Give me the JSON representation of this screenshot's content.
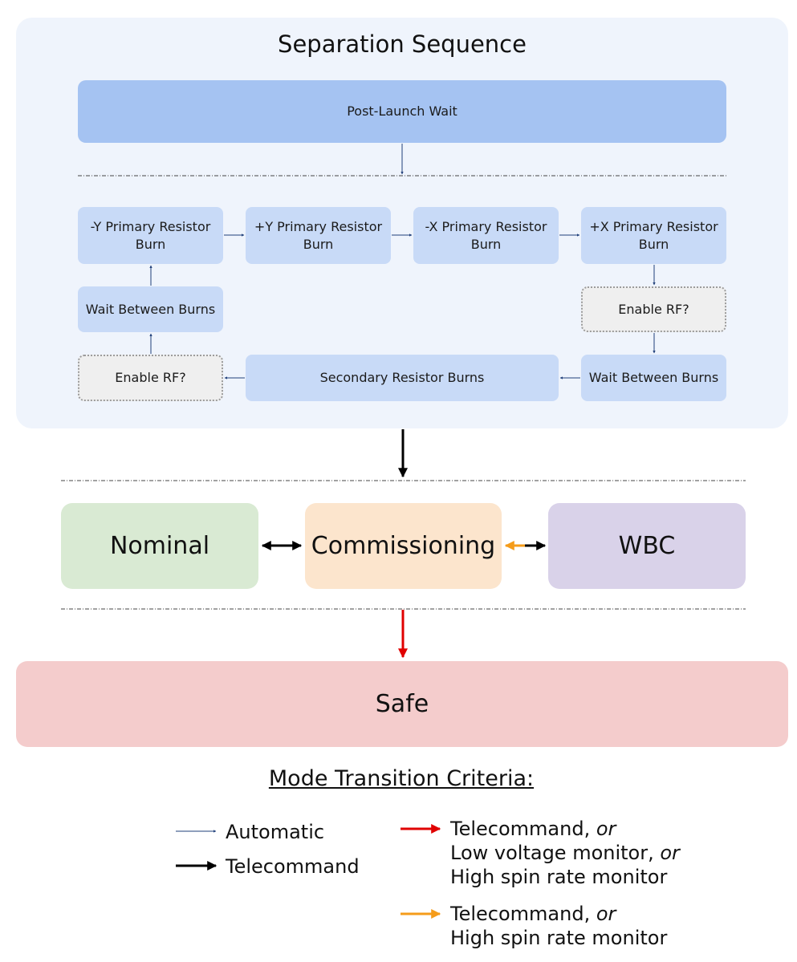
{
  "separation": {
    "title": "Separation Sequence",
    "post_launch": "Post-Launch Wait",
    "neg_y": "-Y Primary Resistor Burn",
    "pos_y": "+Y Primary Resistor Burn",
    "neg_x": "-X Primary Resistor Burn",
    "pos_x": "+X Primary Resistor Burn",
    "wait_left": "Wait Between Burns",
    "enable_rf_right": "Enable RF?",
    "wait_right": "Wait Between Burns",
    "secondary": "Secondary Resistor Burns",
    "enable_rf_left": "Enable RF?"
  },
  "modes": {
    "nominal": "Nominal",
    "commissioning": "Commissioning",
    "wbc": "WBC",
    "safe": "Safe"
  },
  "legend": {
    "title": "Mode Transition Criteria:",
    "automatic": "Automatic",
    "telecommand": "Telecommand",
    "red_line1_text": "Telecommand,",
    "red_line2_text": "Low voltage monitor,",
    "red_line3": "High spin rate monitor",
    "orange_line1_text": "Telecommand,",
    "orange_line2": "High spin rate monitor",
    "or_word": "or"
  },
  "colors": {
    "panel": "#eff4fc",
    "box_dark": "#a5c3f2",
    "box_light": "#c8daf7",
    "nominal": "#d9ead3",
    "commissioning": "#fce5cd",
    "wbc": "#d9d2e9",
    "safe": "#f4cccc",
    "automatic_arrow": "#1f3f7a",
    "telecommand_arrow": "#000000",
    "red_arrow": "#e00000",
    "orange_arrow": "#f59c1a"
  }
}
